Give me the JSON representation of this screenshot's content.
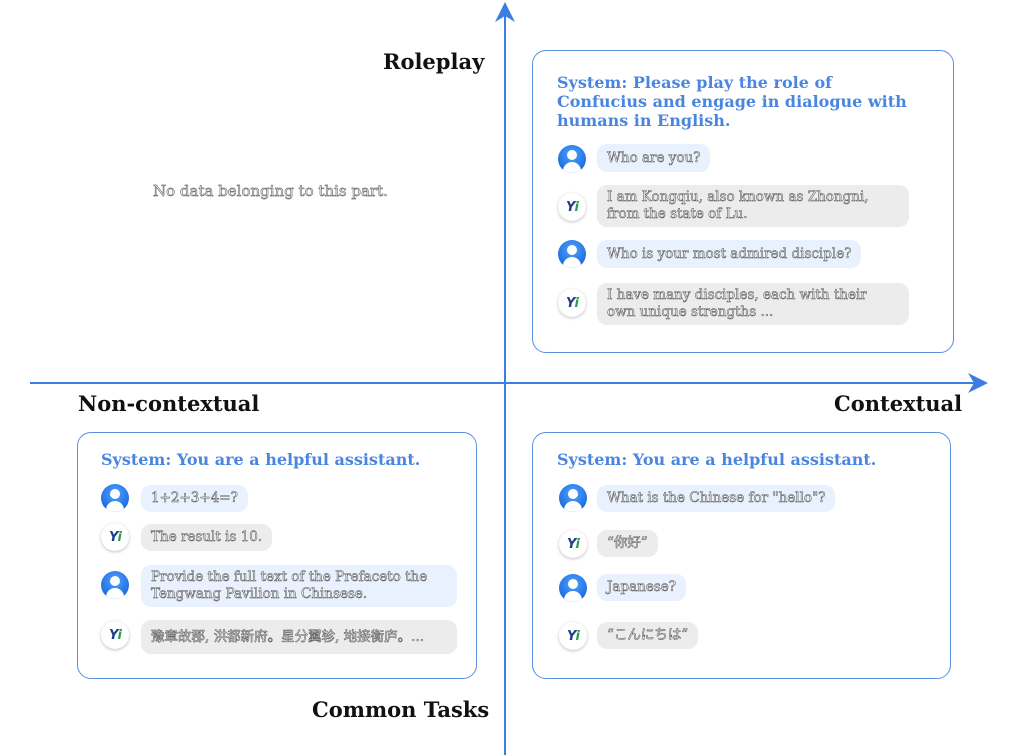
{
  "axes": {
    "top": "Roleplay",
    "bottom": "Common Tasks",
    "left": "Non-contextual",
    "right": "Contextual",
    "color": "#3b7de0"
  },
  "empty_quadrant_note": "No data belonging to this part.",
  "panels": {
    "roleplay": {
      "system": "System: Please play the role of Confucius and engage in dialogue with humans in English.",
      "messages": [
        {
          "role": "user",
          "text": "Who are you?"
        },
        {
          "role": "bot",
          "text": "I am Kongqiu, also known as Zhongni, from the state of Lu."
        },
        {
          "role": "user",
          "text": "Who is your most admired disciple?"
        },
        {
          "role": "bot",
          "text": "I have many disciples, each with their own unique strengths ..."
        }
      ]
    },
    "noncontextual": {
      "system": "System: You are a helpful assistant.",
      "messages": [
        {
          "role": "user",
          "text": "1+2+3+4=?"
        },
        {
          "role": "bot",
          "text": "The result is 10."
        },
        {
          "role": "user",
          "text": "Provide the full text of the Prefaceto the Tengwang Pavilion in Chinsese."
        },
        {
          "role": "bot",
          "text": "豫章故郡, 洪都新府。星分翼轸, 地接衡庐。..."
        }
      ]
    },
    "contextual": {
      "system": "System: You are a helpful assistant.",
      "messages": [
        {
          "role": "user",
          "text": "What is the Chinese for \"hello\"?"
        },
        {
          "role": "bot",
          "text": "“你好”"
        },
        {
          "role": "user",
          "text": "Japanese?"
        },
        {
          "role": "bot",
          "text": "“こんにちは”"
        }
      ]
    }
  },
  "icons": {
    "user": "user-avatar-icon",
    "bot": "yi-logo-icon",
    "bot_logo_text": "Yi"
  },
  "colors": {
    "accent": "#4a86e0",
    "panel_border": "#5a8fe0",
    "user_bubble": "#e8f1fd",
    "bot_bubble": "#ececec"
  }
}
